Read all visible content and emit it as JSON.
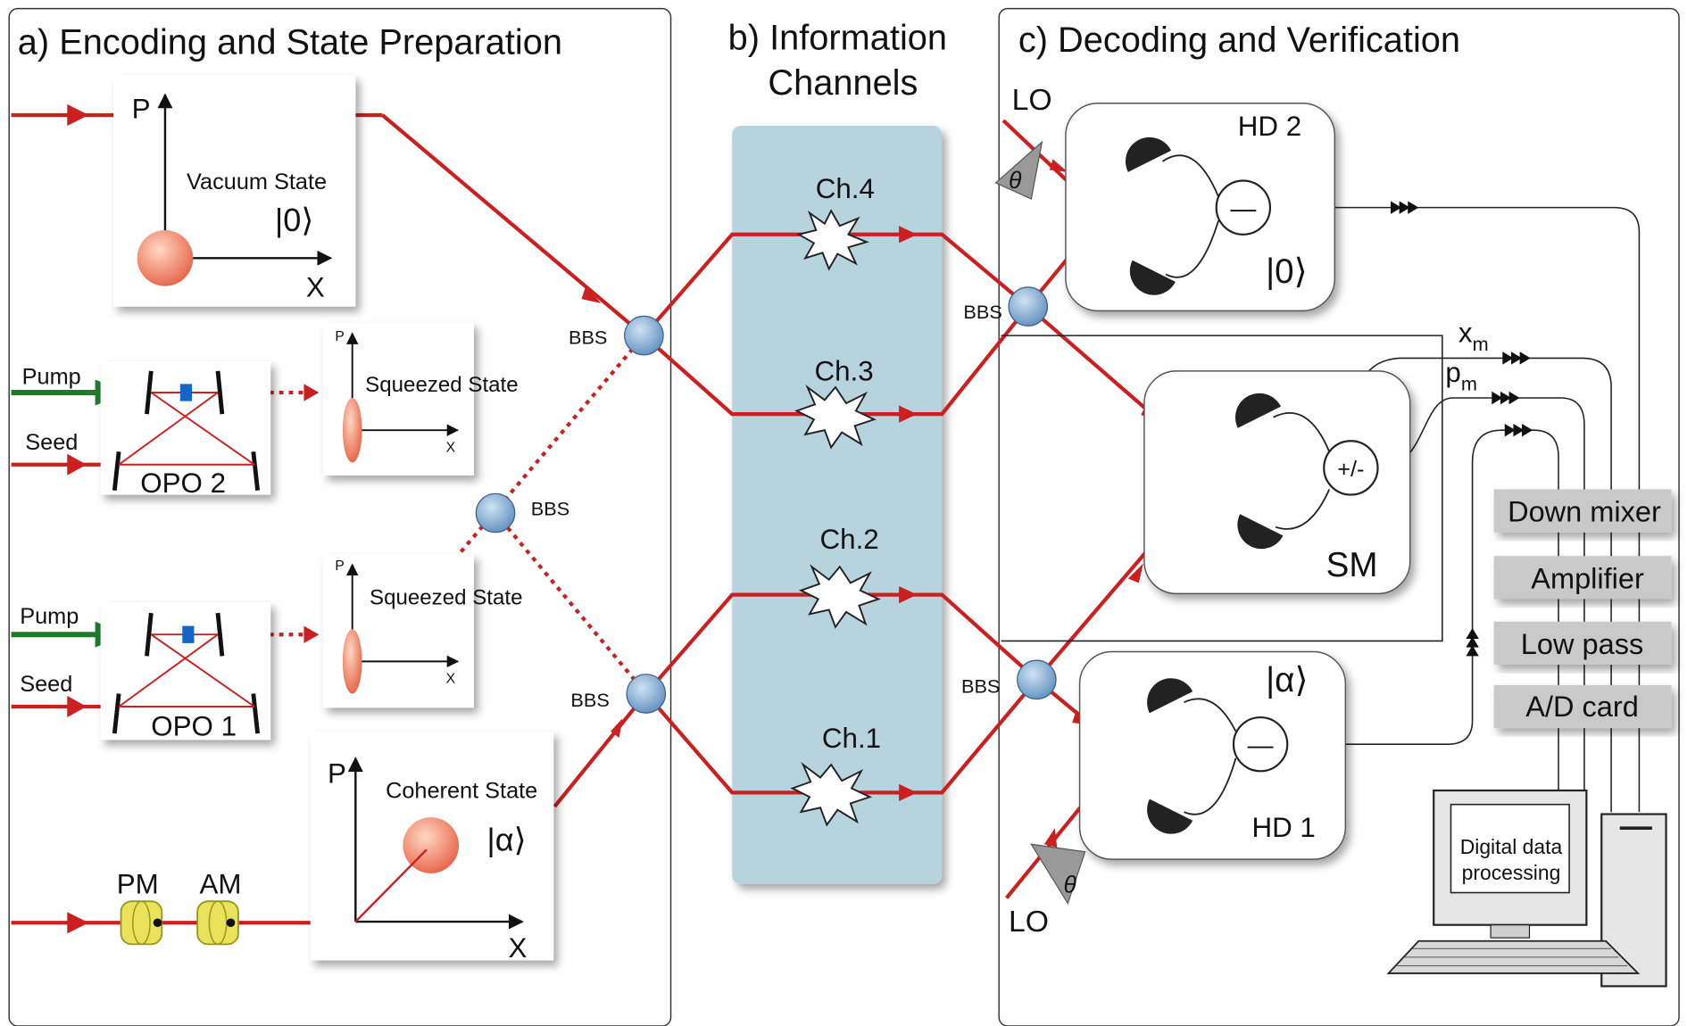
{
  "panels": {
    "a": "a) Encoding and State Preparation",
    "b1": "b) Information",
    "b2": "Channels",
    "c": "c) Decoding and Verification"
  },
  "states": {
    "vacuum": {
      "title": "Vacuum State",
      "ket": "|0⟩",
      "p": "P",
      "x": "X"
    },
    "squeezed2": {
      "title": "Squeezed State",
      "p": "P",
      "x": "X"
    },
    "squeezed1": {
      "title": "Squeezed State",
      "p": "P",
      "x": "X"
    },
    "coherent": {
      "title": "Coherent State",
      "ket": "|α⟩",
      "p": "P",
      "x": "X"
    }
  },
  "opo": {
    "opo2": {
      "label": "OPO 2",
      "pump": "Pump",
      "seed": "Seed"
    },
    "opo1": {
      "label": "OPO 1",
      "pump": "Pump",
      "seed": "Seed"
    }
  },
  "modulators": {
    "pm": "PM",
    "am": "AM"
  },
  "beamsplitter_label": "BBS",
  "channels": [
    "Ch.4",
    "Ch.3",
    "Ch.2",
    "Ch.1"
  ],
  "detectors": {
    "hd2": {
      "label": "HD 2",
      "ket": "|0⟩",
      "minus": "—"
    },
    "sm": {
      "label": "SM",
      "op": "+/-"
    },
    "hd1": {
      "label": "HD 1",
      "ket": "|α⟩",
      "minus": "—"
    }
  },
  "lo": {
    "top": "LO",
    "bottom": "LO",
    "theta": "θ"
  },
  "outputs": {
    "xm": "x",
    "xm_sub": "m",
    "pm": "p",
    "pm_sub": "m"
  },
  "electronics": [
    "Down mixer",
    "Amplifier",
    "Low pass",
    "A/D card"
  ],
  "computer": {
    "line1": "Digital data",
    "line2": "processing"
  },
  "colors": {
    "beam": "#cc1f1f",
    "pump": "#1f7a2a",
    "channel_band": "#b7d3de",
    "bs": "#8fb3d6",
    "modulator": "#e8e35a"
  }
}
